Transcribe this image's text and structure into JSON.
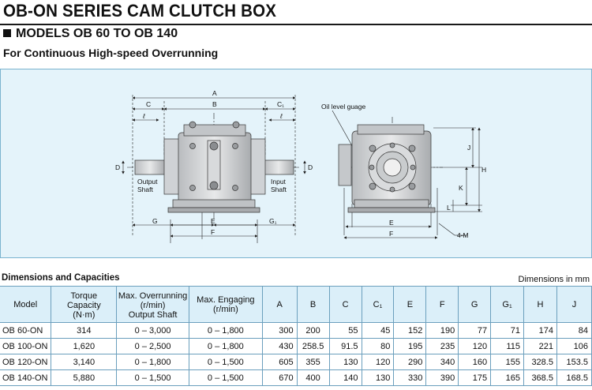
{
  "header": {
    "title": "OB-ON SERIES CAM CLUTCH BOX",
    "models": "MODELS OB 60 TO OB 140",
    "subtitle": "For Continuous High-speed Overrunning"
  },
  "diagram": {
    "left_top_labels": {
      "A": "A",
      "C": "C",
      "B": "B",
      "C1": "C₁",
      "ell_left": "ℓ",
      "ell_right": "ℓ"
    },
    "left_side_labels": {
      "D_left": "D",
      "D_right": "D"
    },
    "output_shaft": [
      "Output",
      "Shaft"
    ],
    "input_shaft": [
      "Input",
      "Shaft"
    ],
    "left_bottom_labels": {
      "G": "G",
      "E": "E",
      "G1": "G₁",
      "F": "F"
    },
    "oil_level": "Oil level guage",
    "right_labels": {
      "J": "J",
      "H": "H",
      "K": "K",
      "L": "L",
      "E": "E",
      "F": "F",
      "mount": "4-M"
    }
  },
  "table": {
    "section_title": "Dimensions and Capacities",
    "units_note": "Dimensions in mm",
    "headers": {
      "model": "Model",
      "torque": [
        "Torque",
        "Capacity",
        "(N·m)"
      ],
      "overrun": [
        "Max. Overrunning",
        "(r/min)",
        "Output Shaft"
      ],
      "engaging": [
        "Max. Engaging",
        "(r/min)"
      ],
      "dims": [
        "A",
        "B",
        "C",
        "C₁",
        "E",
        "F",
        "G",
        "G₁",
        "H",
        "J"
      ]
    },
    "rows": [
      {
        "model": "OB  60-ON",
        "torque": "314",
        "overrun": "0 – 3,000",
        "engaging": "0 – 1,800",
        "A": "300",
        "B": "200",
        "C": "55",
        "C1": "45",
        "E": "152",
        "F": "190",
        "G": "77",
        "G1": "71",
        "H": "174",
        "J": "84"
      },
      {
        "model": "OB 100-ON",
        "torque": "1,620",
        "overrun": "0 – 2,500",
        "engaging": "0 – 1,800",
        "A": "430",
        "B": "258.5",
        "C": "91.5",
        "C1": "80",
        "E": "195",
        "F": "235",
        "G": "120",
        "G1": "115",
        "H": "221",
        "J": "106"
      },
      {
        "model": "OB 120-ON",
        "torque": "3,140",
        "overrun": "0 – 1,800",
        "engaging": "0 – 1,500",
        "A": "605",
        "B": "355",
        "C": "130",
        "C1": "120",
        "E": "290",
        "F": "340",
        "G": "160",
        "G1": "155",
        "H": "328.5",
        "J": "153.5"
      },
      {
        "model": "OB 140-ON",
        "torque": "5,880",
        "overrun": "0 – 1,500",
        "engaging": "0 – 1,500",
        "A": "670",
        "B": "400",
        "C": "140",
        "C1": "130",
        "E": "330",
        "F": "390",
        "G": "175",
        "G1": "165",
        "H": "368.5",
        "J": "168.5"
      }
    ]
  }
}
